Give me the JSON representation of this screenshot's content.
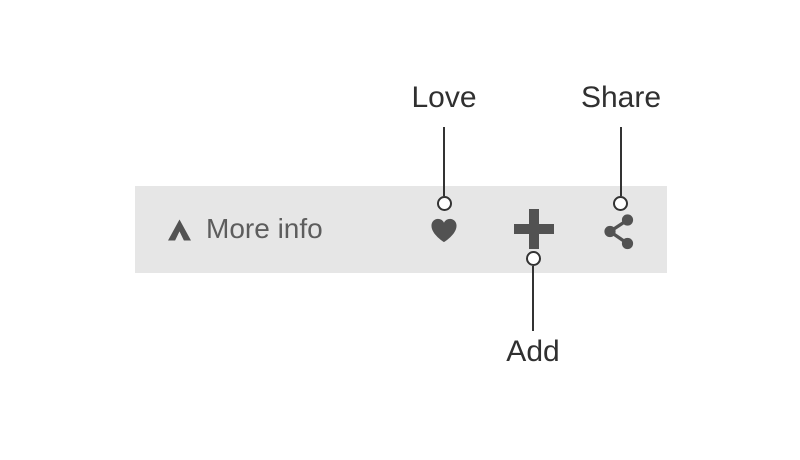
{
  "colors": {
    "page_background": "#ffffff",
    "toolbar_background": "#e6e6e6",
    "icon_color": "#525252",
    "more_info_text_color": "#5d5d5d",
    "annotation_color": "#303030"
  },
  "toolbar": {
    "more_info": {
      "label": "More info",
      "icon": "chevron-up-icon"
    },
    "actions": [
      {
        "id": "love",
        "icon": "heart-icon"
      },
      {
        "id": "add",
        "icon": "plus-icon"
      },
      {
        "id": "share",
        "icon": "share-icon"
      }
    ]
  },
  "annotations": {
    "love": {
      "label": "Love",
      "position": "above-toolbar",
      "points_to": "love-button"
    },
    "share": {
      "label": "Share",
      "position": "above-toolbar",
      "points_to": "share-button"
    },
    "add": {
      "label": "Add",
      "position": "below-toolbar",
      "points_to": "add-button"
    }
  }
}
